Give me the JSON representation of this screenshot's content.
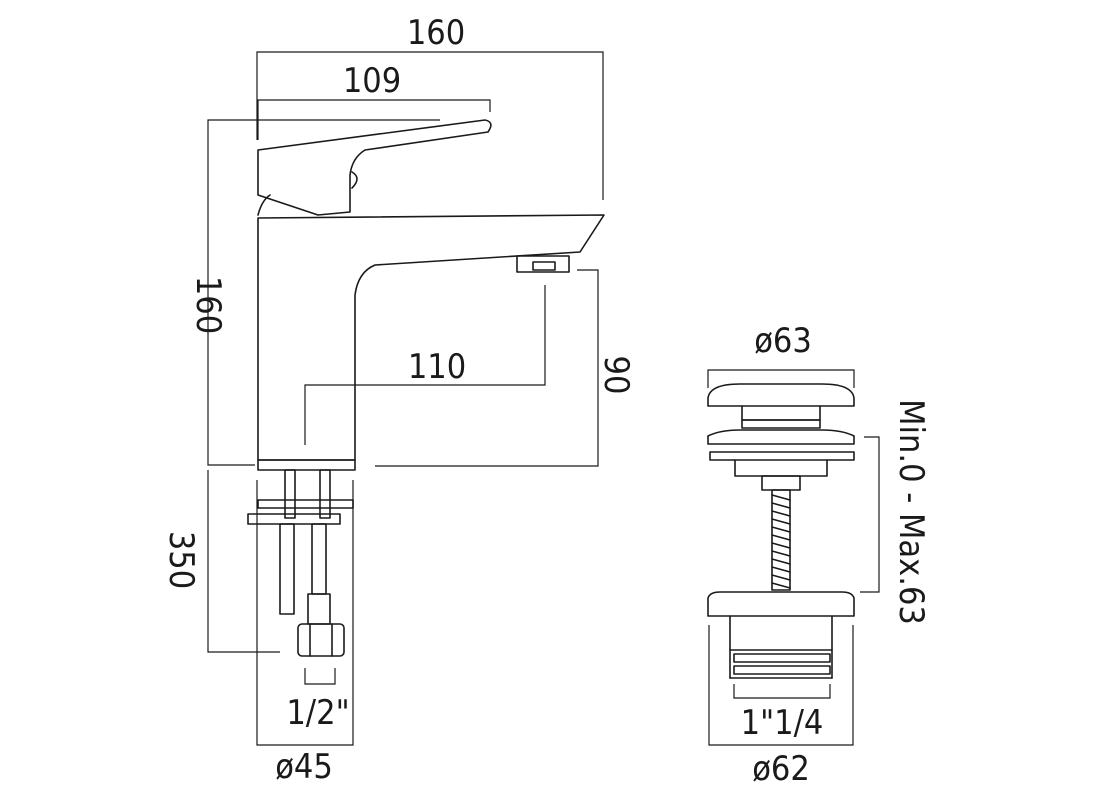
{
  "labels": {
    "tap_width": "160",
    "handle_length": "109",
    "tap_height": "160",
    "spout_reach": "110",
    "spout_height": "90",
    "tail_length": "350",
    "connector_size": "1/2\"",
    "base_diameter": "ø45",
    "waste_cap_diameter": "ø63",
    "waste_adjust_range": "Min.0 - Max.63",
    "waste_thread_size": "1\"1/4",
    "waste_body_diameter": "ø62"
  }
}
